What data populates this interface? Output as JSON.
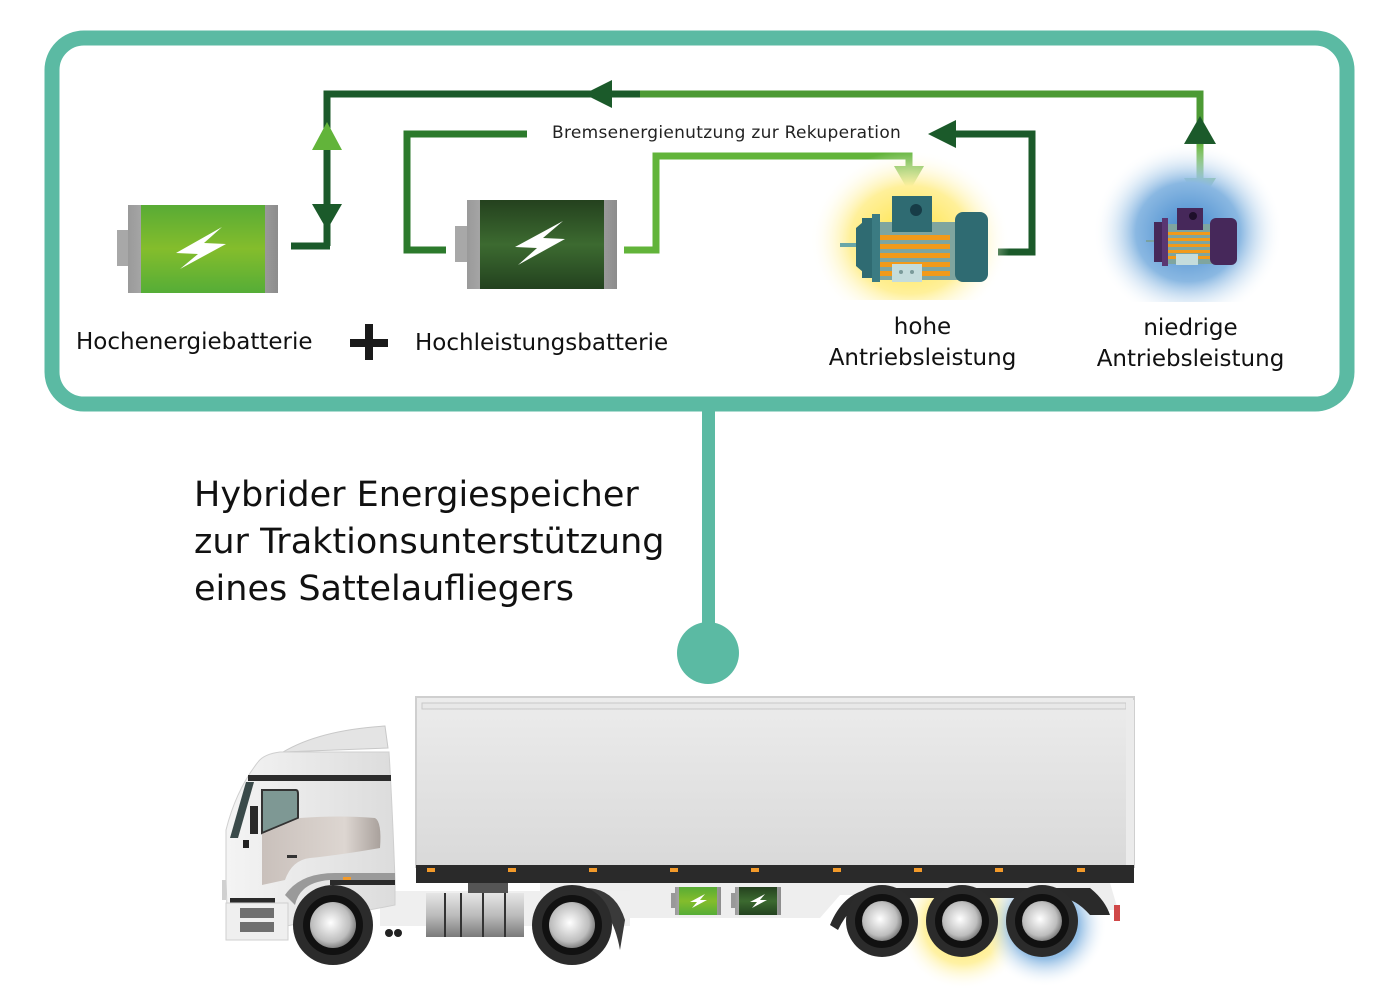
{
  "diagram": {
    "caption_recuperation": "Bremsenergienutzung zur Rekuperation",
    "batteries": [
      {
        "label": "Hochenergiebatterie",
        "icon": "battery-bolt-icon",
        "color": "#5cb532"
      },
      {
        "label": "Hochleistungsbatterie",
        "icon": "battery-bolt-icon",
        "color": "#2e5e25"
      }
    ],
    "plus_symbol": "+",
    "motors": [
      {
        "label_line1": "hohe",
        "label_line2": "Antriebsleistung",
        "icon": "electric-motor-icon",
        "color": "#2f6b72",
        "glow": "#ffe866"
      },
      {
        "label_line1": "niedrige",
        "label_line2": "Antriebsleistung",
        "icon": "electric-motor-icon",
        "color": "#46285a",
        "glow": "#4a8fd0"
      }
    ],
    "colors": {
      "frame": "#5bbaa3",
      "arrow_dark": "#1b5a2a",
      "arrow_light": "#62b43a"
    }
  },
  "heading": {
    "line1": "Hybrider Energiespeicher",
    "line2": "zur Traktionsunterstützung",
    "line3": "eines Sattelaufliegers"
  },
  "truck": {
    "icon": "semi-truck-icon",
    "trailer_batteries": [
      "battery-bolt-icon",
      "battery-bolt-icon"
    ]
  }
}
